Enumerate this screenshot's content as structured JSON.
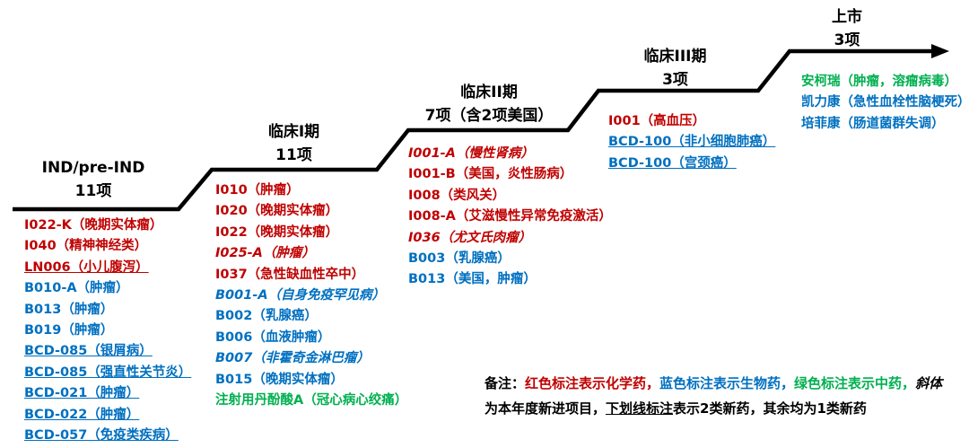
{
  "colors": {
    "red": "#C00000",
    "blue": "#0070C0",
    "green": "#00B050",
    "black": "#000000"
  },
  "stages": [
    {
      "label": "IND/pre-IND",
      "count": "11项",
      "items": [
        {
          "text": "I022-K（晚期实体瘤）",
          "color": "red"
        },
        {
          "text": "I040（精神神经类）",
          "color": "red"
        },
        {
          "text": "LN006（小儿腹泻）",
          "color": "red",
          "underline": true
        },
        {
          "text": "B010-A（肿瘤）",
          "color": "blue"
        },
        {
          "text": "B013（肿瘤）",
          "color": "blue"
        },
        {
          "text": "B019（肿瘤）",
          "color": "blue"
        },
        {
          "text": "BCD-085（银屑病）",
          "color": "blue",
          "underline": true
        },
        {
          "text": "BCD-085（强直性关节炎）",
          "color": "blue",
          "underline": true
        },
        {
          "text": "BCD-021（肿瘤）",
          "color": "blue",
          "underline": true
        },
        {
          "text": "BCD-022（肿瘤）",
          "color": "blue",
          "underline": true
        },
        {
          "text": "BCD-057（免疫类疾病）",
          "color": "blue",
          "underline": true
        }
      ]
    },
    {
      "label": "临床I期",
      "count": "11项",
      "items": [
        {
          "text": "I010（肿瘤）",
          "color": "red"
        },
        {
          "text": "I020（晚期实体瘤）",
          "color": "red"
        },
        {
          "text": "I022（晚期实体瘤）",
          "color": "red"
        },
        {
          "text": "I025-A（肿瘤）",
          "color": "red",
          "italic": true
        },
        {
          "text": "I037（急性缺血性卒中）",
          "color": "red"
        },
        {
          "text": "B001-A（自身免疫罕见病）",
          "color": "blue",
          "italic": true
        },
        {
          "text": "B002（乳腺癌）",
          "color": "blue"
        },
        {
          "text": "B006（血液肿瘤）",
          "color": "blue"
        },
        {
          "text": "B007（非霍奇金淋巴瘤）",
          "color": "blue",
          "italic": true
        },
        {
          "text": "B015（晚期实体瘤）",
          "color": "blue"
        },
        {
          "text": "注射用丹酚酸A（冠心病心绞痛）",
          "color": "green"
        }
      ]
    },
    {
      "label": "临床II期",
      "count": "7项（含2项美国）",
      "items": [
        {
          "text": "I001-A（慢性肾病）",
          "color": "red",
          "italic": true
        },
        {
          "text": "I001-B（美国，炎性肠病）",
          "color": "red"
        },
        {
          "text": "I008（类风关）",
          "color": "red"
        },
        {
          "text": "I008-A（艾滋慢性异常免疫激活）",
          "color": "red"
        },
        {
          "text": "I036（尤文氏肉瘤）",
          "color": "red",
          "italic": true
        },
        {
          "text": "B003（乳腺癌）",
          "color": "blue"
        },
        {
          "text": "B013（美国，肿瘤）",
          "color": "blue"
        }
      ]
    },
    {
      "label": "临床III期",
      "count": "3项",
      "items": [
        {
          "text": "I001（高血压）",
          "color": "red"
        },
        {
          "text": "BCD-100（非小细胞肺癌）",
          "color": "blue",
          "underline": true
        },
        {
          "text": "BCD-100（宫颈癌）",
          "color": "blue",
          "underline": true
        }
      ]
    },
    {
      "label": "上市",
      "count": "3项",
      "items": [
        {
          "text": "安柯瑞（肿瘤，溶瘤病毒）",
          "color": "green"
        },
        {
          "text": "凯力康（急性血栓性脑梗死）",
          "color": "blue"
        },
        {
          "text": "培菲康（肠道菌群失调）",
          "color": "blue"
        }
      ]
    }
  ],
  "note": {
    "lines": [
      [
        {
          "text": "备注：",
          "color": "black"
        },
        {
          "text": "红色标注表示化学药，",
          "color": "red"
        },
        {
          "text": "蓝色标注表示生物药，",
          "color": "blue"
        },
        {
          "text": "绿色标注表示中药，",
          "color": "green"
        },
        {
          "text": "斜体",
          "color": "black",
          "italic": true
        }
      ],
      [
        {
          "text": "为本年度新进项目，",
          "color": "black"
        },
        {
          "text": "下划线标注",
          "color": "black",
          "underline": true
        },
        {
          "text": "表示2类新药，其余均为1类新药",
          "color": "black"
        }
      ]
    ]
  }
}
